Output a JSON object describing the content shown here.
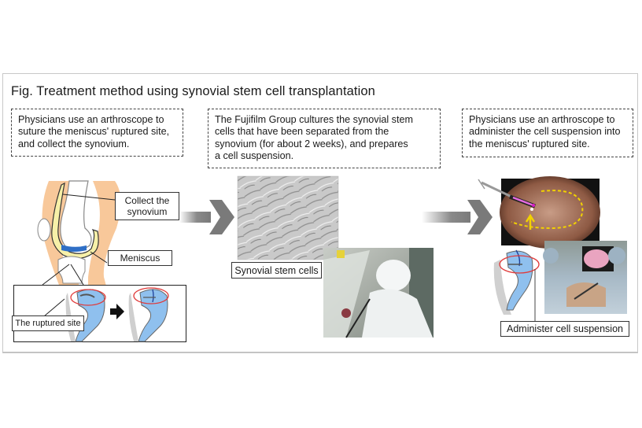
{
  "figure": {
    "title": "Fig. Treatment method using synovial stem cell transplantation"
  },
  "steps": [
    {
      "description": "Physicians use an arthroscope to suture the meniscus' ruptured site, and collect the synovium.",
      "lines": [
        "Physicians use an arthroscope to",
        "suture the meniscus' ruptured site,",
        "and collect the synovium."
      ],
      "labels": {
        "collect_synovium": [
          "Collect the",
          "synovium"
        ],
        "meniscus": "Meniscus",
        "ruptured_site": "The ruptured site"
      },
      "illustrations": [
        "knee-joint-diagram",
        "meniscus-before-suture",
        "meniscus-after-suture"
      ]
    },
    {
      "description": "The Fujifilm Group cultures the synovial stem cells that have been separated from the synovium (for about 2 weeks), and prepares a cell suspension.",
      "lines": [
        "The Fujifilm Group cultures the synovial stem",
        "cells that have been separated from the",
        "synovium (for about 2 weeks), and prepares",
        "a cell suspension."
      ],
      "labels": {
        "stem_cells": "Synovial stem cells"
      },
      "illustrations": [
        "stem-cell-micrograph",
        "cleanroom-technician-photo"
      ]
    },
    {
      "description": "Physicians use an arthroscope to administer the cell suspension into the meniscus' ruptured site.",
      "lines": [
        "Physicians use an arthroscope to",
        "administer the cell suspension into",
        "the meniscus' ruptured site."
      ],
      "labels": {
        "administer": "Administer cell suspension"
      },
      "illustrations": [
        "arthroscopic-view-with-syringe",
        "meniscus-injection-diagram",
        "operating-room-photo"
      ]
    }
  ],
  "colors": {
    "skin": "#f8c89a",
    "synovium": "#f7f0a8",
    "meniscus_blue": "#2f6fc6",
    "meniscus_light": "#8fc0ee",
    "highlight_ring": "#e03a3a",
    "arrow_gray": "#7a7a7a",
    "dashed_outline": "#f2d200"
  }
}
